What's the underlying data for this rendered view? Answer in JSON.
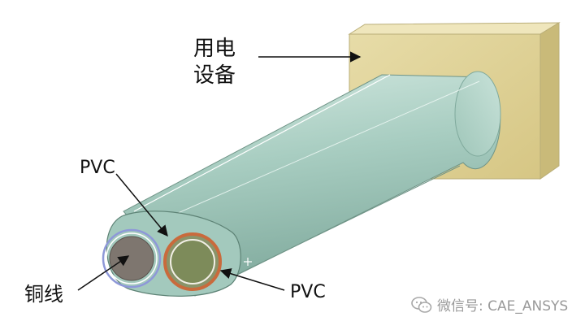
{
  "labels": {
    "device_line1": "用电",
    "device_line2": "设备",
    "pvc_top": "PVC",
    "copper": "铜线",
    "pvc_bottom": "PVC"
  },
  "watermark": {
    "text": "微信号: CAE_ANSYS",
    "icon": "wechat-icon"
  },
  "colors": {
    "device_block": "#e0d49a",
    "cable_body": "#a9cfc3",
    "copper_fill": "#7e766f",
    "insulation_ring_left": "#8e98d8",
    "insulation_ring_right": "#c96a3c",
    "right_core_fill": "#8a946a"
  }
}
